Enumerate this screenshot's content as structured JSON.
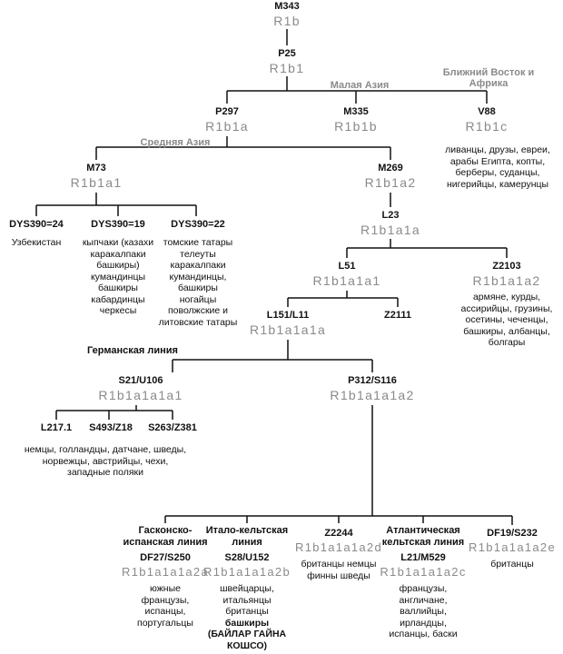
{
  "regions": {
    "asia_minor": "Малая Азия",
    "near_east": [
      "Ближний Восток и",
      "Африка"
    ],
    "central_asia": "Средняя Азия"
  },
  "nodes": {
    "root": {
      "marker": "M343",
      "haplogroup": "R1b"
    },
    "p25": {
      "marker": "P25",
      "haplogroup": "R1b1"
    },
    "p297": {
      "marker": "P297",
      "haplogroup": "R1b1a"
    },
    "m335": {
      "marker": "M335",
      "haplogroup": "R1b1b"
    },
    "v88": {
      "marker": "V88",
      "haplogroup": "R1b1c",
      "populations": [
        "ливанцы, друзы, евреи,",
        "арабы Египта, копты,",
        "берберы, суданцы,",
        "нигерийцы, камерунцы"
      ]
    },
    "m73": {
      "marker": "M73",
      "haplogroup": "R1b1a1"
    },
    "m269": {
      "marker": "M269",
      "haplogroup": "R1b1a2"
    },
    "dys24": {
      "marker": "DYS390=24",
      "populations": [
        "Узбекистан"
      ]
    },
    "dys19": {
      "marker": "DYS390=19",
      "populations": [
        "кыпчаки (казахи",
        "каракалпаки",
        "башкиры)",
        "кумандинцы",
        "башкиры",
        "кабардинцы",
        "черкесы"
      ]
    },
    "dys22": {
      "marker": "DYS390=22",
      "populations": [
        "томские татары",
        "телеуты",
        "каракалпаки",
        "кумандинцы,",
        "башкиры",
        "ногайцы",
        "поволжские и",
        "литовские татары"
      ]
    },
    "l23": {
      "marker": "L23",
      "haplogroup": "R1b1a1a"
    },
    "l51": {
      "marker": "L51",
      "haplogroup": "R1b1a1a1"
    },
    "z2103": {
      "marker": "Z2103",
      "haplogroup": "R1b1a1a2",
      "populations": [
        "армяне,  курды,",
        "ассирийцы,  грузины,",
        "осетины, чеченцы,",
        "башкиры, албанцы,",
        "болгары"
      ]
    },
    "l151": {
      "marker": "L151/L11",
      "haplogroup": "R1b1a1a1a"
    },
    "z2111": {
      "marker": "Z2111"
    },
    "s21": {
      "marker": "S21/U106",
      "haplogroup": "R1b1a1a1a1"
    },
    "p312": {
      "marker": "P312/S116",
      "haplogroup": "R1b1a1a1a2"
    },
    "l217": {
      "marker": "L217.1"
    },
    "s493": {
      "marker": "S493/Z18"
    },
    "s263": {
      "marker": "S263/Z381"
    },
    "germanic_populations": [
      "немцы, голландцы, датчане, шведы,",
      "норвежцы, австрийцы, чехи,",
      "западные поляки"
    ],
    "df27": {
      "lineage": [
        "Гасконско-",
        "испанская линия"
      ],
      "marker": "DF27/S250",
      "haplogroup": "R1b1a1a1a2a",
      "populations": [
        "южные",
        "французы,",
        "испанцы,",
        "португальцы"
      ]
    },
    "s28": {
      "lineage": [
        "Итало-кельтская",
        "линия"
      ],
      "marker": "S28/U152",
      "haplogroup": "R1b1a1a1a2b",
      "populations": [
        "швейцарцы,",
        "итальянцы",
        "британцы"
      ],
      "populations_bold": [
        "башкиры",
        "(БАЙЛАР ГАЙНА",
        "КОШСО)"
      ]
    },
    "z2244": {
      "marker": "Z2244",
      "haplogroup": "R1b1a1a1a2d",
      "populations": [
        "британцы немцы",
        "финны шведы"
      ]
    },
    "l21": {
      "lineage": [
        "Атлантическая",
        "кельтская линия"
      ],
      "marker": "L21/M529",
      "haplogroup": "R1b1a1a1a2c",
      "populations": [
        "французы,",
        "англичане,",
        "валлийцы,",
        "ирландцы,",
        "испанцы, баски"
      ]
    },
    "df19": {
      "marker": "DF19/S232",
      "haplogroup": "R1b1a1a1a2e",
      "populations": [
        "британцы"
      ]
    }
  },
  "germanic_label": "Германская линия",
  "colors": {
    "line": "#111111",
    "haplogroup": "#8a8a8a",
    "region": "#8a8a8a"
  }
}
